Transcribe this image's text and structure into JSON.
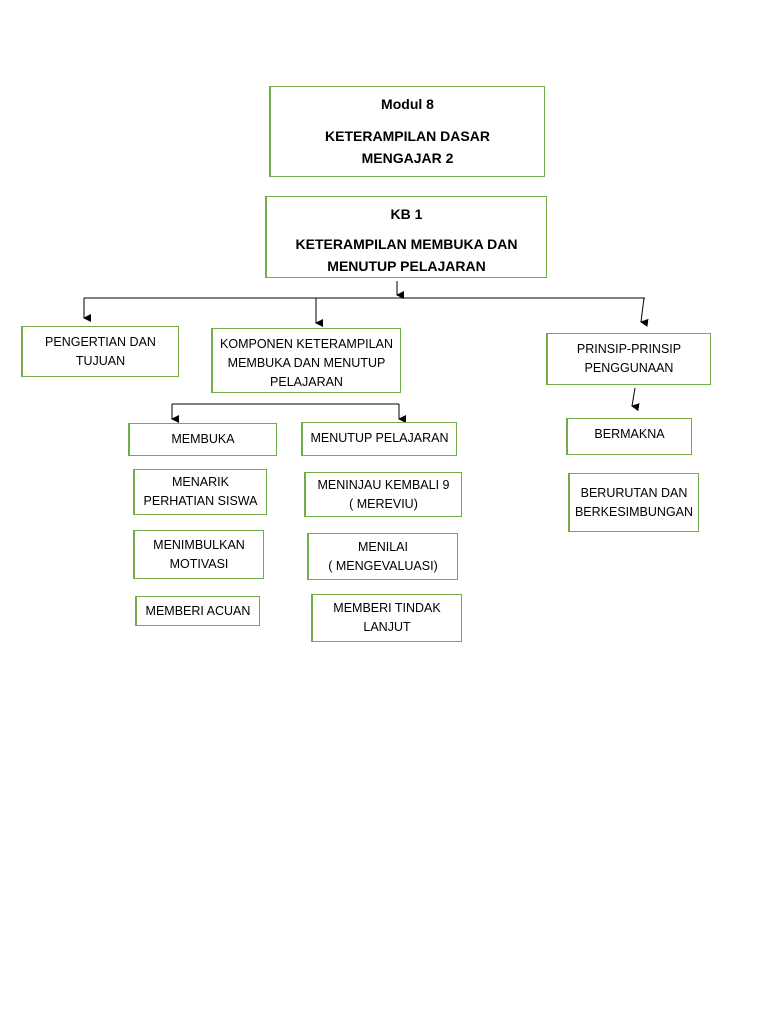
{
  "module": {
    "heading": "Modul 8",
    "title_line1": "KETERAMPILAN DASAR",
    "title_line2": "MENGAJAR 2"
  },
  "kb": {
    "heading": "KB 1",
    "title_line1": "KETERAMPILAN MEMBUKA DAN",
    "title_line2": "MENUTUP PELAJARAN"
  },
  "branches": {
    "pengertian": {
      "line1": "PENGERTIAN DAN",
      "line2": "TUJUAN"
    },
    "komponen": {
      "line1": "KOMPONEN KETERAMPILAN",
      "line2": "MEMBUKA DAN MENUTUP",
      "line3": "PELAJARAN"
    },
    "prinsip": {
      "line1": "PRINSIP-PRINSIP",
      "line2": "PENGGUNAAN"
    }
  },
  "membuka": {
    "label": "MEMBUKA",
    "items": [
      {
        "line1": "MENARIK",
        "line2": "PERHATIAN SISWA"
      },
      {
        "line1": "MENIMBULKAN",
        "line2": "MOTIVASI"
      },
      {
        "line1": "MEMBERI ACUAN"
      }
    ]
  },
  "menutup": {
    "label": "MENUTUP PELAJARAN",
    "items": [
      {
        "line1": "MENINJAU KEMBALI 9",
        "line2": "( MEREVIU)"
      },
      {
        "line1": "MENILAI",
        "line2": "( MENGEVALUASI)"
      },
      {
        "line1": "MEMBERI TINDAK",
        "line2": "LANJUT"
      }
    ]
  },
  "prinsip_items": [
    {
      "line1": "BERMAKNA"
    },
    {
      "line1": "BERURUTAN DAN",
      "line2": "BERKESIMBUNGAN"
    }
  ],
  "colors": {
    "box_border": "#70ad47",
    "line": "#000000"
  }
}
